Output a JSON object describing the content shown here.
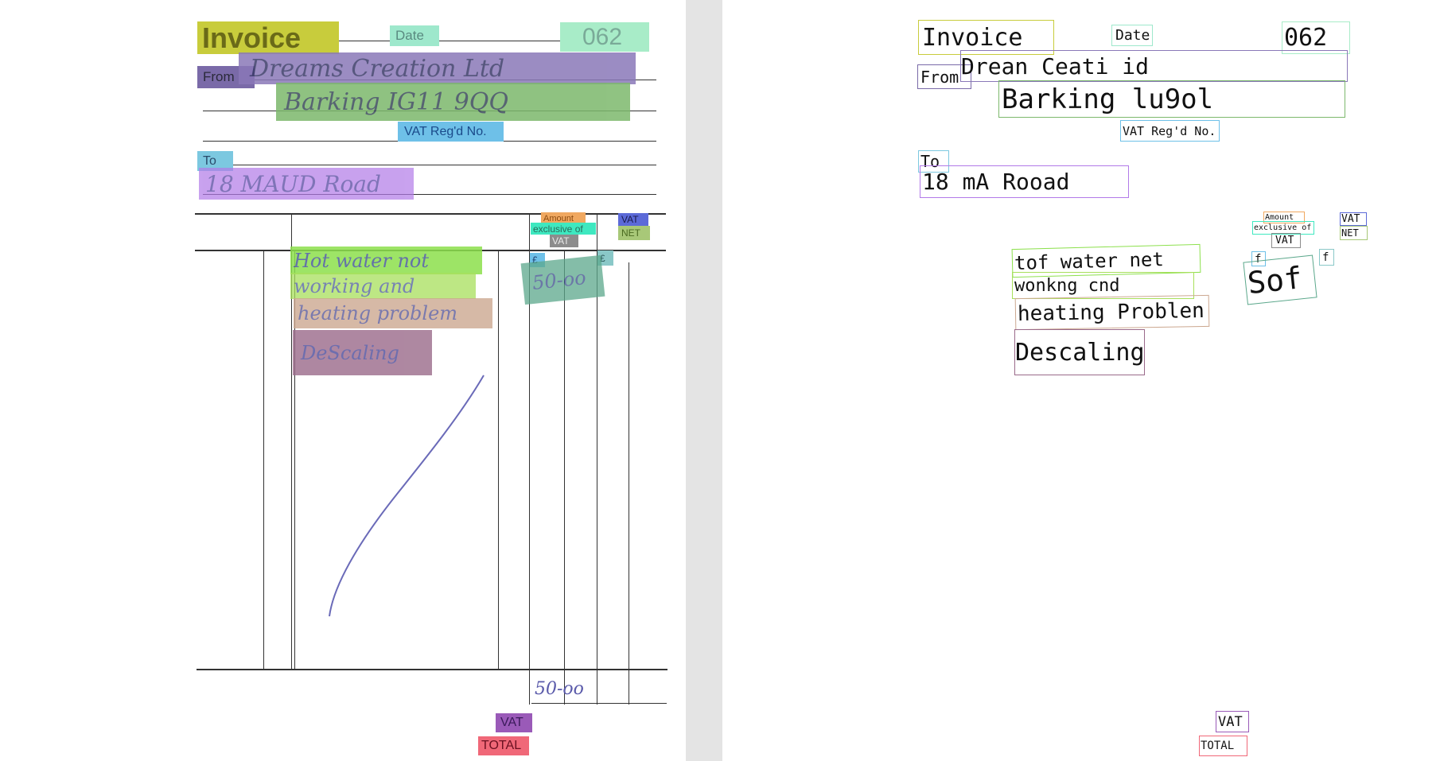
{
  "left": {
    "printed": {
      "invoice": "Invoice",
      "date": "Date",
      "number": "062",
      "from": "From",
      "vat_reg": "VAT Reg'd No.",
      "to": "To",
      "amount": "Amount",
      "exclusive_of": "exclusive of",
      "vat_small": "VAT",
      "vat_head": "VAT",
      "net": "NET",
      "pound1": "£",
      "pound2": "£",
      "vat_total": "VAT",
      "total": "TOTAL"
    },
    "handwriting": {
      "company": "Dreams Creation Ltd",
      "address": "Barking IG11 9QQ",
      "to_address": "18 MAUD Road",
      "desc1": "Hot water not",
      "desc2": "working and",
      "desc3": "heating problem",
      "desc4": "DeScaling",
      "amount": "50-oo",
      "total_amount": "50-oo"
    }
  },
  "right": {
    "invoice": "Invoice",
    "date": "Date",
    "number": "062",
    "from": "From",
    "company": "Drean Ceati id",
    "address": "Barking lu9ol",
    "vat_reg": "VAT Reg'd No.",
    "to": "To",
    "to_address": "18 mA Rooad",
    "amount": "Amount",
    "exclusive_of": "exclusive of",
    "vat_small": "VAT",
    "vat_head": "VAT",
    "net": "NET",
    "pound1": "f",
    "pound2": "f",
    "desc1": "tof water net",
    "desc2": "wonkng cnd",
    "desc3": "heating Problen",
    "desc4": "Descaling",
    "amount_val": "Sof",
    "vat_total": "VAT",
    "total": "TOTAL"
  },
  "colors": {
    "invoice": "#c8cc3c",
    "date": "#9ee8cc",
    "number": "#a8ecc8",
    "from": "#7a6aa8",
    "company": "#8a78b8",
    "address": "#7cb86c",
    "vat_reg": "#6ec0e8",
    "to": "#7cc8e0",
    "to_address": "#b27ae8",
    "amount": "#f0a860",
    "exclusive": "#3ee8c0",
    "vat_small": "#8c8c8c",
    "vat_head": "#5c6ad8",
    "net": "#a8c878",
    "desc1": "#8ce04c",
    "desc2": "#a8e05c",
    "desc3": "#cca890",
    "desc4": "#9a6a8a",
    "amount_hw": "#5ca88c",
    "vat_total": "#9a5ab8",
    "total": "#f06878"
  }
}
